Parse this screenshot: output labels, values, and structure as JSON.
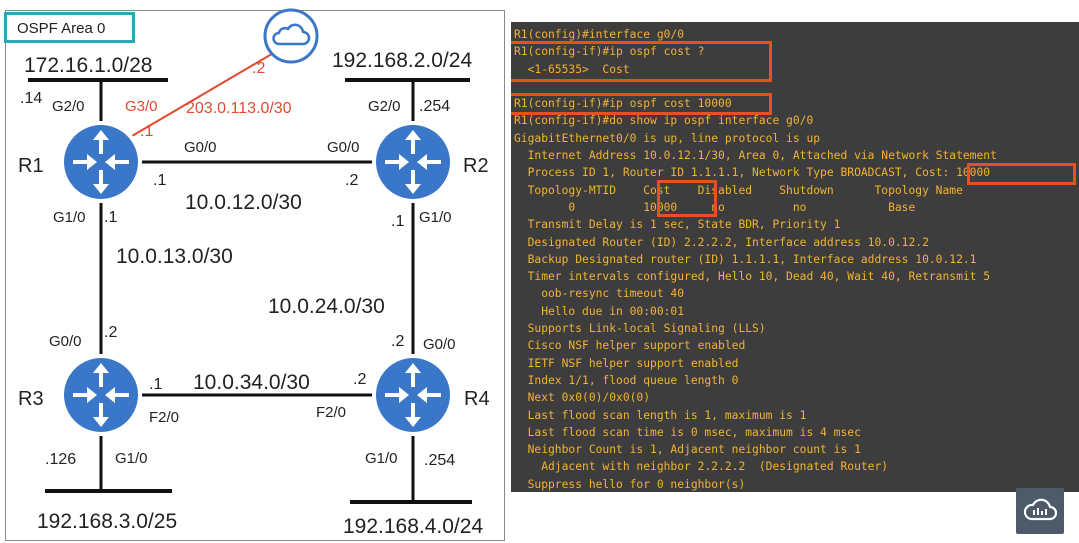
{
  "diagram": {
    "area_label": "OSPF Area 0",
    "routers": {
      "r1": "R1",
      "r2": "R2",
      "r3": "R3",
      "r4": "R4"
    },
    "networks": {
      "r1_lan": "172.16.1.0/28",
      "r2_lan": "192.168.2.0/24",
      "r3_lan": "192.168.3.0/25",
      "r4_lan": "192.168.4.0/24",
      "r1_r2": "10.0.12.0/30",
      "r1_r3": "10.0.13.0/30",
      "r2_r4": "10.0.24.0/30",
      "r3_r4": "10.0.34.0/30",
      "internet": "203.0.113.0/30"
    },
    "interfaces": {
      "r1_g20": "G2/0",
      "r1_g30": "G3/0",
      "r1_g00": "G0/0",
      "r1_g10": "G1/0",
      "r2_g20": "G2/0",
      "r2_g00": "G0/0",
      "r2_g10": "G1/0",
      "r3_g00": "G0/0",
      "r3_f20": "F2/0",
      "r3_g10": "G1/0",
      "r4_g00": "G0/0",
      "r4_f20": "F2/0",
      "r4_g10": "G1/0"
    },
    "hosts": {
      "r1_lan": ".14",
      "r1_isp": ".1",
      "isp": ".2",
      "r1_r2_r1": ".1",
      "r1_r2_r2": ".2",
      "r1_r3_r1": ".1",
      "r1_r3_r3": ".2",
      "r2_lan": ".254",
      "r2_r4_r2": ".1",
      "r2_r4_r4": ".2",
      "r3_r4_r3": ".1",
      "r3_r4_r4": ".2",
      "r3_lan": ".126",
      "r4_lan": ".254"
    },
    "colors": {
      "router_fill": "#3a77c9",
      "link": "#111111",
      "internet_link": "#e04a2f",
      "area_border": "#2aa8b8"
    }
  },
  "terminal": {
    "lines": [
      "R1(config)#interface g0/0",
      "R1(config-if)#ip ospf cost ?",
      "  <1-65535>  Cost",
      "",
      "R1(config-if)#ip ospf cost 10000",
      "R1(config-if)#do show ip ospf interface g0/0",
      "GigabitEthernet0/0 is up, line protocol is up",
      "  Internet Address 10.0.12.1/30, Area 0, Attached via Network Statement",
      "  Process ID 1, Router ID 1.1.1.1, Network Type BROADCAST, Cost: 10000",
      "  Topology-MTID    Cost    Disabled    Shutdown      Topology Name",
      "        0          10000     no          no            Base",
      "  Transmit Delay is 1 sec, State BDR, Priority 1",
      "  Designated Router (ID) 2.2.2.2, Interface address 10.0.12.2",
      "  Backup Designated router (ID) 1.1.1.1, Interface address 10.0.12.1",
      "  Timer intervals configured, Hello 10, Dead 40, Wait 40, Retransmit 5",
      "    oob-resync timeout 40",
      "    Hello due in 00:00:01",
      "  Supports Link-local Signaling (LLS)",
      "  Cisco NSF helper support enabled",
      "  IETF NSF helper support enabled",
      "  Index 1/1, flood queue length 0",
      "  Next 0x0(0)/0x0(0)",
      "  Last flood scan length is 1, maximum is 1",
      "  Last flood scan time is 0 msec, maximum is 4 msec",
      "  Neighbor Count is 1, Adjacent neighbor count is 1",
      "    Adjacent with neighbor 2.2.2.2  (Designated Router)",
      "  Suppress hello for 0 neighbor(s)"
    ],
    "text_color": "#f2b233",
    "background": "#3d3d3d",
    "highlight_color": "#e8511f"
  }
}
